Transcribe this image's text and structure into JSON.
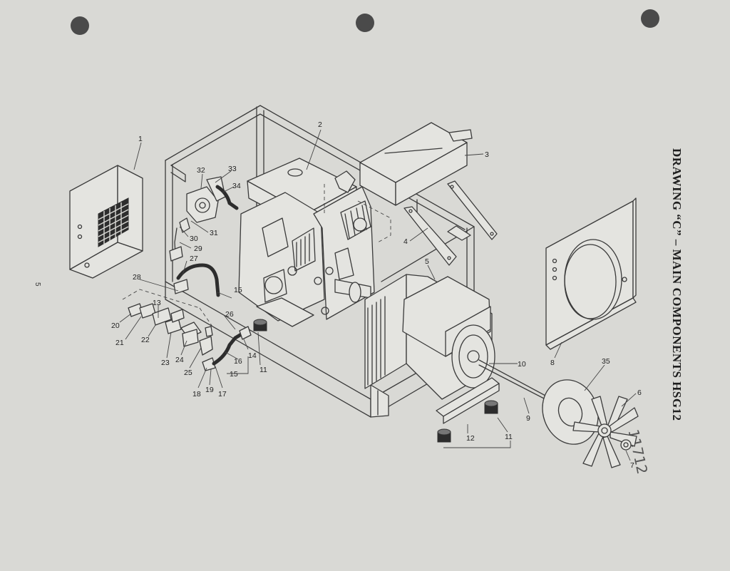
{
  "title": "DRAWING “C” – MAIN COMPONENTS HSG12",
  "handwritten_note": "11712",
  "page_number": "5",
  "callouts": [
    "1",
    "2",
    "3",
    "4",
    "5",
    "6",
    "7",
    "8",
    "9",
    "10",
    "11",
    "11",
    "12",
    "13",
    "14",
    "15",
    "15",
    "16",
    "17",
    "18",
    "19",
    "20",
    "21",
    "22",
    "23",
    "24",
    "25",
    "26",
    "27",
    "28",
    "29",
    "30",
    "31",
    "32",
    "33",
    "34",
    "35"
  ]
}
